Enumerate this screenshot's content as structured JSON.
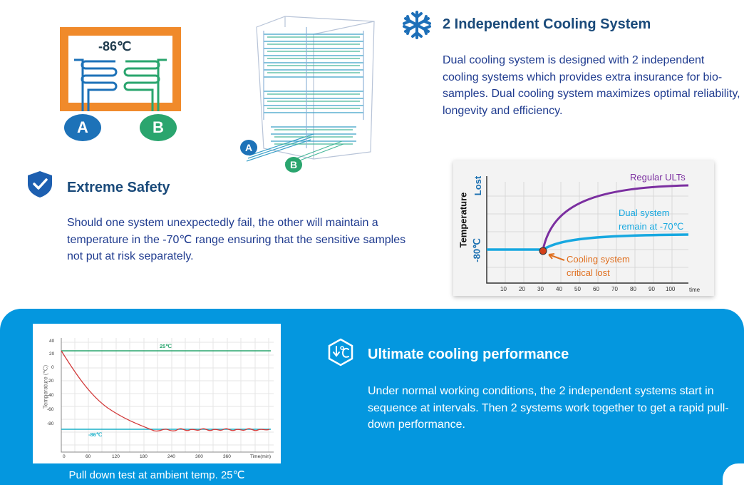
{
  "schematic": {
    "temperature": "-86℃",
    "label_a": "A",
    "label_b": "B",
    "colors": {
      "frame": "#f08a2b",
      "system_a": "#1d72b8",
      "system_b": "#2aa56e"
    }
  },
  "freezer_drawing": {
    "label_a": "A",
    "label_b": "B"
  },
  "section_independent": {
    "icon": "snowflake-icon",
    "title": "2 Independent Cooling System",
    "text": "Dual cooling system is designed with 2 independent cooling systems which provides extra insurance for bio-samples. Dual cooling system maximizes optimal reliability, longevity and efficiency."
  },
  "section_safety": {
    "icon": "shield-check-icon",
    "title": "Extreme Safety",
    "text": "Should one system unexpectedly fail, the other will maintain a temperature in the -70℃ range ensuring that the sensitive samples not put at risk separately."
  },
  "comparison_chart": {
    "ylabel": "Temperature",
    "y_top_label": "Lost",
    "y_bottom_label": "-80℃",
    "x_ticks": [
      "10",
      "20",
      "30",
      "40",
      "50",
      "60",
      "70",
      "80",
      "90",
      "100"
    ],
    "x_unit": "time",
    "series_regular": "Regular ULTs",
    "series_dual_line1": "Dual system",
    "series_dual_line2": "remain at -70℃",
    "event_line1": "Cooling system",
    "event_line2": "critical lost",
    "colors": {
      "regular": "#7b2fa0",
      "dual": "#17a8e0",
      "event": "#e07020"
    }
  },
  "section_performance": {
    "icon": "cooling-down-icon",
    "title": "Ultimate cooling performance",
    "text": "Under normal working conditions, the 2 independent systems start in sequence at intervals. Then 2 systems work together to get a rapid pull-down performance."
  },
  "pulldown_chart": {
    "ylabel": "Temperature (℃)",
    "y_ticks": [
      "40",
      "20",
      "0",
      "-20",
      "-40",
      "-60",
      "-80"
    ],
    "x_ticks": [
      "0",
      "60",
      "120",
      "180",
      "240",
      "300",
      "360",
      "Time(min)"
    ],
    "ambient_label": "25℃",
    "target_label": "-86℃",
    "caption": "Pull down test at ambient temp. 25℃",
    "colors": {
      "ambient": "#2aa56e",
      "target": "#1ab0c8",
      "curve": "#d23a3a"
    }
  },
  "colors": {
    "band": "#0497df",
    "heading": "#1a4a7a",
    "body_text": "#1f3b8f"
  }
}
